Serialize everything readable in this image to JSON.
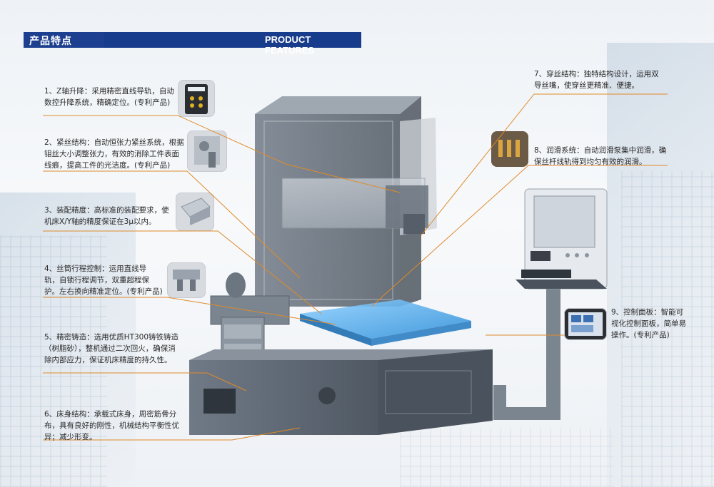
{
  "header": {
    "title_cn": "产品特点",
    "title_en": "PRODUCT FEATURES"
  },
  "features": {
    "f1": {
      "line1": "1、Z轴升降：采用精密直线导轨，自动",
      "line2": "数控升降系统，精确定位。(专利产品)"
    },
    "f2": {
      "line1": "2、紧丝结构：自动恒张力紧丝系统，根据",
      "line2": "钼丝大小调整张力，有效的消除工件表面",
      "line3": "线痕，提高工件的光洁度。(专利产品)"
    },
    "f3": {
      "line1": "3、装配精度：高标准的装配要求，使",
      "line2": "机床X/Y轴的精度保证在3μ以内。"
    },
    "f4": {
      "line1": "4、丝筒行程控制：运用直线导",
      "line2": "轨，自锁行程调节，双重超程保",
      "line3": "护。左右换向精准定位。(专利产品)"
    },
    "f5": {
      "line1": "5、精密铸造：选用优质HT300铸铁铸造",
      "line2": "（树脂砂），整机通过二次回火，确保消",
      "line3": "除内部应力，保证机床精度的持久性。"
    },
    "f6": {
      "line1": "6、床身结构：承载式床身，周密筋骨分",
      "line2": "布，具有良好的刚性，机械结构平衡性优",
      "line3": "异；减少形变。"
    },
    "f7": {
      "line1": "7、穿丝结构：独特结构设计，运用双",
      "line2": "导丝嘴，使穿丝更精准、便捷。"
    },
    "f8": {
      "line1": "8、润滑系统：自动润滑泵集中润滑，确",
      "line2": "保丝杆线轨得到均匀有效的润滑。"
    },
    "f9": {
      "line1": "9、控制面板：智能可",
      "line2": "视化控制面板，简单易",
      "line3": "操作。(专利产品)"
    }
  },
  "colors": {
    "header_blue": "#1d3f8f",
    "callout_orange": "#e08a2a",
    "machine_gray": "#5c6773",
    "table_blue": "#3aa0e6"
  },
  "icons": {
    "z_axis_thumb": "z-axis-controller-icon",
    "tension_thumb": "wire-tension-mechanism-icon",
    "assembly_thumb": "assembly-part-icon",
    "travel_thumb": "travel-limit-switch-icon",
    "lube_thumb": "lubrication-pump-icon",
    "panel_thumb": "control-panel-screen-icon"
  }
}
